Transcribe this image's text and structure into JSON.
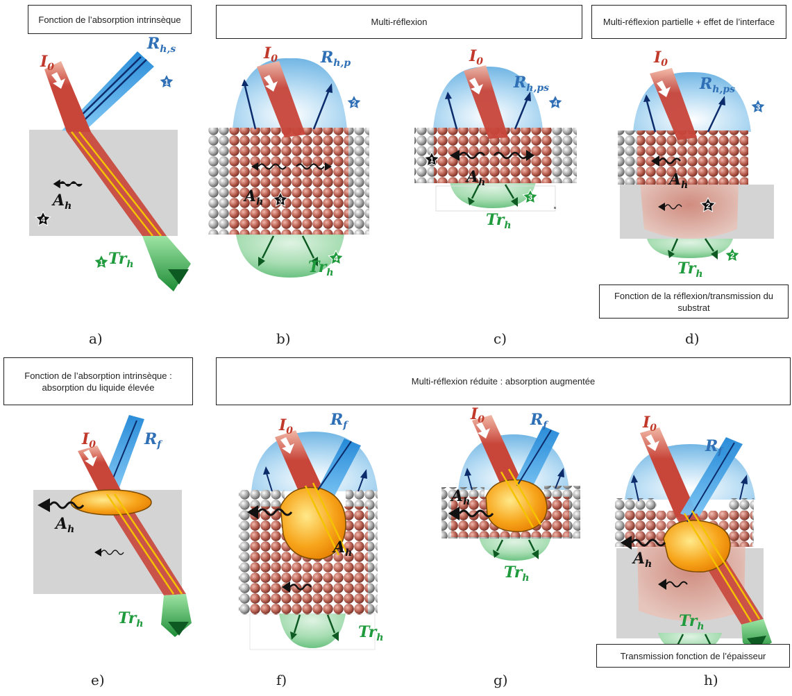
{
  "boxes": {
    "a": "Fonction de l’absorption intrinsèque",
    "bc": "Multi-réflexion",
    "d": "Multi-réflexion partielle  + effet de l’interface",
    "d_bottom": "Fonction de la réflexion/transmission du substrat",
    "e": "Fonction de l’absorption intrinsèque : absorption du liquide élevée",
    "fgh": "Multi-réflexion réduite : absorption augmentée",
    "h_bottom": "Transmission fonction de l’épaisseur"
  },
  "panel_labels": [
    "a)",
    "b)",
    "c)",
    "d)",
    "e)",
    "f)",
    "g)",
    "h)"
  ],
  "symbols": {
    "incident": "I",
    "incident_sub": "0",
    "reflect": "R",
    "sub_hs": "h,s",
    "sub_hp": "h,p",
    "sub_hps": "h,ps",
    "sub_f": "f",
    "absorb": "A",
    "absorb_sub": "h",
    "trans": "Tr",
    "trans_sub": "h"
  },
  "stars": {
    "a": {
      "reflect": "1",
      "absorb": "4",
      "trans": "1"
    },
    "b": {
      "reflect": "2",
      "absorb": "3",
      "trans": "4"
    },
    "c": {
      "reflect": "4",
      "absorb": "1",
      "trans": "3"
    },
    "d": {
      "reflect": "3",
      "absorb": "2",
      "trans": "2"
    }
  },
  "colors": {
    "incident": "#c0392b",
    "reflect": "#2e6fb5",
    "absorb": "#111111",
    "trans": "#1f9a3c",
    "substrate": "#d4d4d4",
    "powder": "#b5655a",
    "melt": "#f5a000"
  }
}
